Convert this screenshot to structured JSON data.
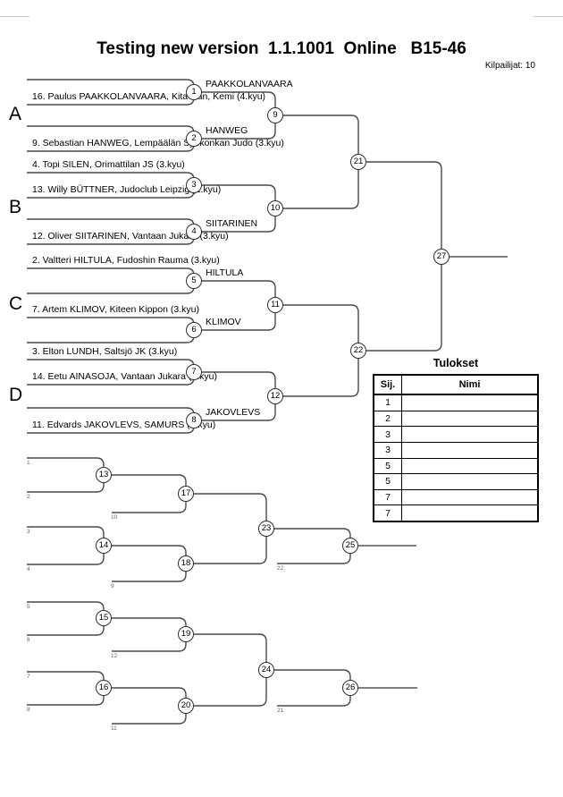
{
  "header": {
    "title": "Testing new version  1.1.1001  Online   B15-46",
    "competitors": "Kilpailijat: 10"
  },
  "sections": {
    "a": "A",
    "b": "B",
    "c": "C",
    "d": "D"
  },
  "main": {
    "players": {
      "p16": "16. Paulus PAAKKOLANVAARA, Kita-Kan, Kemi (4.kyu)",
      "p9": "9. Sebastian HANWEG, Lempäälän Syokonkan Judo (3.kyu)",
      "p4": "4. Topi SILEN, Orimattilan JS (3.kyu)",
      "p13": "13. Willy BÜTTNER, Judoclub Leipzig (1.kyu)",
      "p12": "12. Oliver SIITARINEN, Vantaan Jukara (3.kyu)",
      "p2": "2. Valtteri HILTULA, Fudoshin Rauma (3.kyu)",
      "p7": "7. Artem KLIMOV, Kiteen Kippon (3.kyu)",
      "p3": "3. Elton LUNDH, Saltsjö JK (3.kyu)",
      "p14": "14. Eetu AINASOJA, Vantaan Jukara (3.kyu)",
      "p11": "11. Edvards JAKOVLEVS, SAMURS (3.kyu)"
    },
    "advancers": {
      "m1": "PAAKKOLANVAARA",
      "m2": "HANWEG",
      "m4": "SIITARINEN",
      "m5": "HILTULA",
      "m6": "KLIMOV",
      "m8": "JAKOVLEVS"
    },
    "match_numbers": {
      "m1": "1",
      "m2": "2",
      "m3": "3",
      "m4": "4",
      "m5": "5",
      "m6": "6",
      "m7": "7",
      "m8": "8",
      "m9": "9",
      "m10": "10",
      "m11": "11",
      "m12": "12",
      "m21": "21",
      "m22": "22",
      "m27": "27"
    }
  },
  "repechage": {
    "match_numbers": {
      "m13": "13",
      "m14": "14",
      "m15": "15",
      "m16": "16",
      "m17": "17",
      "m18": "18",
      "m19": "19",
      "m20": "20",
      "m23": "23",
      "m24": "24",
      "m25": "25",
      "m26": "26"
    },
    "entry_labels": {
      "e1": "1",
      "e2": "2",
      "e3": "3",
      "e4": "4",
      "e5": "5",
      "e6": "6",
      "e7": "7",
      "e8": "8",
      "e9": "9",
      "e10": "10",
      "e11": "11",
      "e12": "12",
      "e21": "21",
      "e22": "22"
    }
  },
  "results": {
    "title": "Tulokset",
    "columns": {
      "sij": "Sij.",
      "nimi": "Nimi"
    },
    "rows": [
      {
        "sij": "1",
        "nimi": ""
      },
      {
        "sij": "2",
        "nimi": ""
      },
      {
        "sij": "3",
        "nimi": ""
      },
      {
        "sij": "3",
        "nimi": ""
      },
      {
        "sij": "5",
        "nimi": ""
      },
      {
        "sij": "5",
        "nimi": ""
      },
      {
        "sij": "7",
        "nimi": ""
      },
      {
        "sij": "7",
        "nimi": ""
      }
    ]
  }
}
